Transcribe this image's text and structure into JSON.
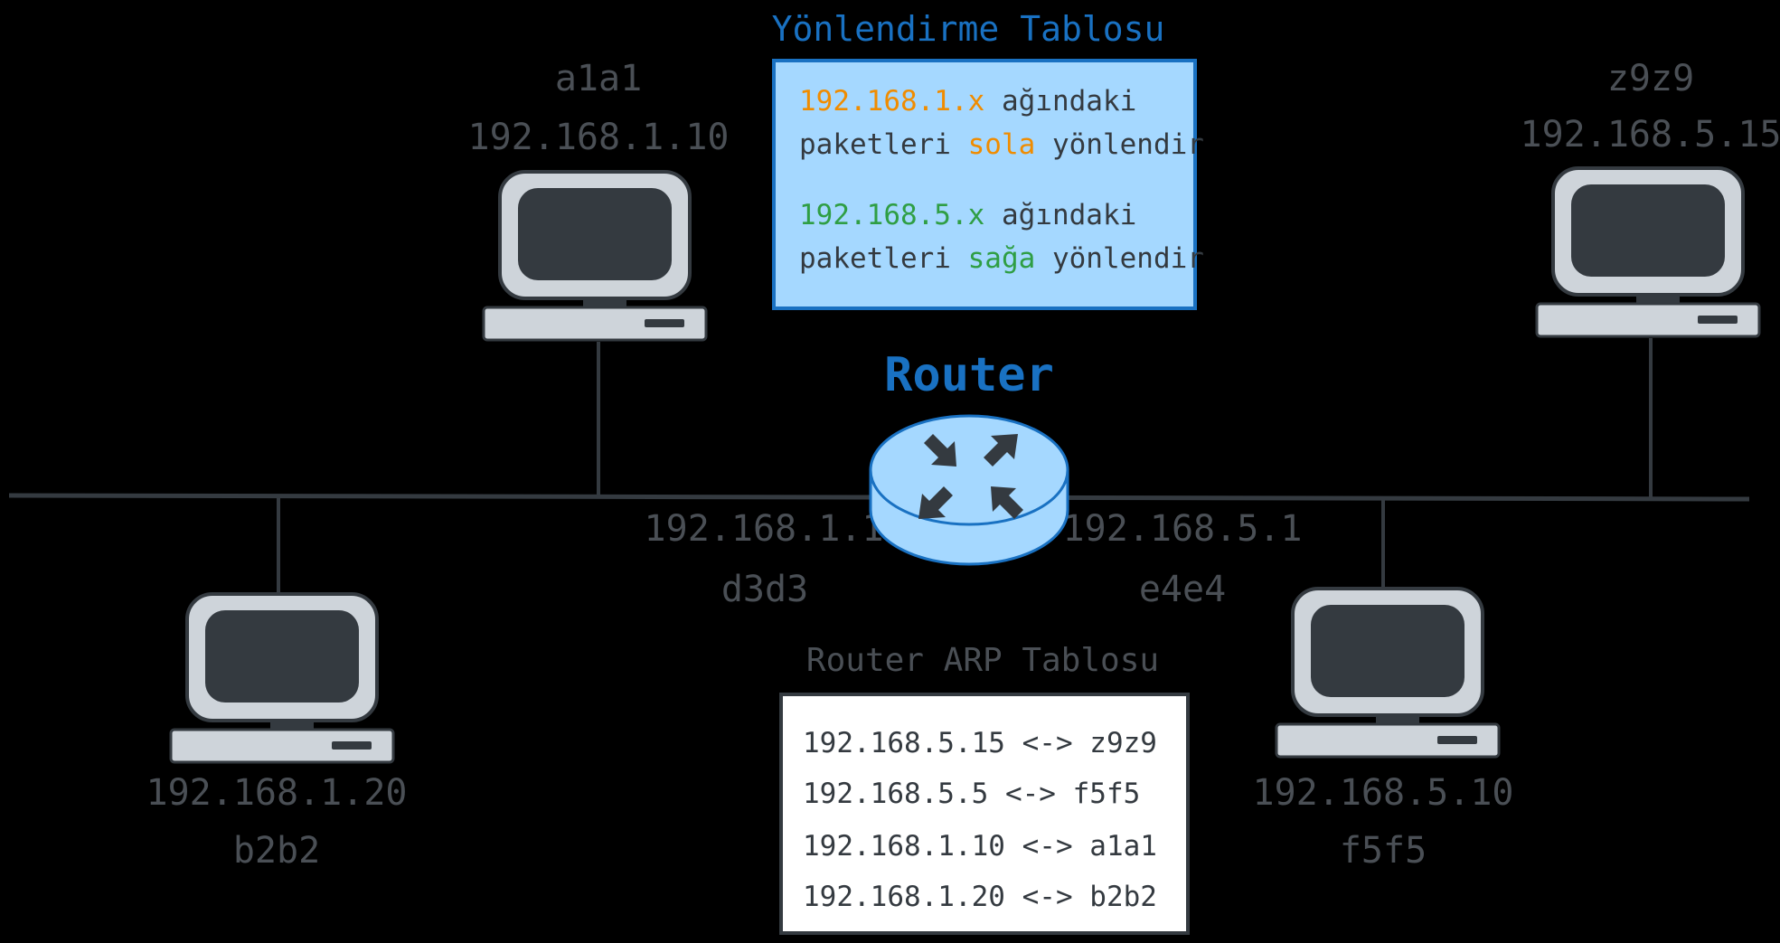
{
  "colors": {
    "background": "#000000",
    "line": "#343a40",
    "label": "#4a4f55",
    "title_blue": "#1971c2",
    "routing_bg": "#a5d8ff",
    "routing_border": "#1971c2",
    "orange": "#f08c00",
    "green": "#2f9e44",
    "router_fill": "#a5d8ff",
    "arrow_dark": "#343a40",
    "arp_bg": "#ffffff"
  },
  "routing_table": {
    "title": "Yönlendirme Tablosu",
    "rule1": {
      "net": "192.168.1.x",
      "mid": " ağındaki",
      "pre": "paketleri ",
      "dir": "sola",
      "post": " yönlendir"
    },
    "rule2": {
      "net": "192.168.5.x",
      "mid": " ağındaki",
      "pre": "paketleri ",
      "dir": "sağa",
      "post": " yönlendir"
    }
  },
  "router": {
    "title": "Router",
    "icon": "router-icon",
    "left_ip": "192.168.1.1",
    "left_mac": "d3d3",
    "right_ip": "192.168.5.1",
    "right_mac": "e4e4"
  },
  "hosts": {
    "a1a1": {
      "name": "a1a1",
      "ip": "192.168.1.10",
      "icon": "computer-icon"
    },
    "z9z9": {
      "name": "z9z9",
      "ip": "192.168.5.15",
      "icon": "computer-icon"
    },
    "b2b2": {
      "ip": "192.168.1.20",
      "name": "b2b2",
      "icon": "computer-icon"
    },
    "f5f5": {
      "ip": "192.168.5.10",
      "name": "f5f5",
      "icon": "computer-icon"
    }
  },
  "arp_table": {
    "title": "Router ARP Tablosu",
    "entries": [
      "192.168.5.15 <-> z9z9",
      "192.168.5.5 <-> f5f5",
      "192.168.1.10 <-> a1a1",
      "192.168.1.20 <-> b2b2"
    ]
  }
}
